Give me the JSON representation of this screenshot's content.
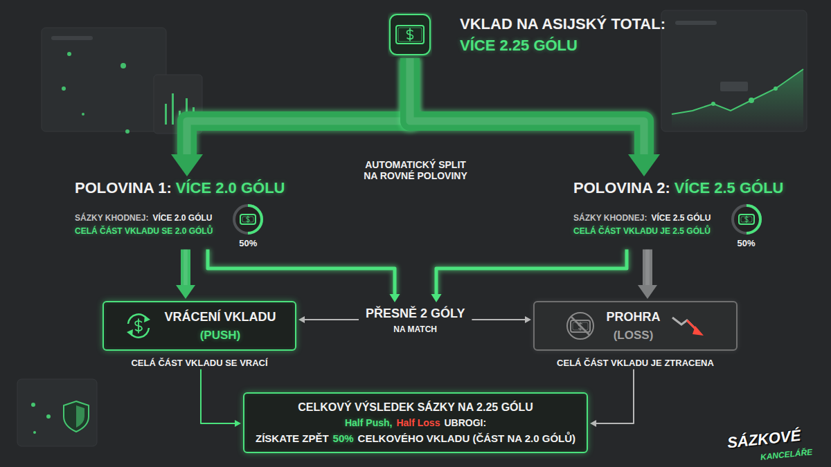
{
  "diagram": {
    "nodes": [
      {
        "text": [
          "VKLAD NA ASIJSKÝ TOTAL:",
          "VÍCE 2.25 GÓLU"
        ]
      },
      {
        "text": [
          "POLOVINA 1:",
          "VÍCE 2.0 GÓLU",
          "SÁZKY KHODNEJ:",
          "VÍCE 2.0 GÓLU",
          "CELÁ ČÁST VKLADU SE 2.0 GÓLŮ",
          "50%"
        ]
      },
      {
        "text": [
          "POLOVINA 2:",
          "VÍCE 2.5 GÓLU",
          "SÁZKY KHODNEJ:",
          "VÍCE 2.5 GÓLU",
          "CELÁ ČÁST VKLADU JE 2.5 GÓLŮ",
          "50%"
        ]
      },
      {
        "text": [
          "VRÁCENÍ VKLADU",
          "(PUSH)",
          "CELÁ ČÁST VKLADU SE VRACÍ"
        ]
      },
      {
        "text": [
          "PŘESNĚ 2 GÓLY",
          "NA MATCH"
        ]
      },
      {
        "text": [
          "PROHRA",
          "(LOSS)",
          "CELÁ ČÁST VKLADU JE ZTRACENA"
        ]
      },
      {
        "text": [
          "CELKOVÝ VÝSLEDEK SÁZKY NA 2.25 GÓLU",
          "Half Push,",
          "Half Loss",
          "UBROGI:",
          "ZÍSKATE ZPĚT",
          "50%",
          "CELKOVÉHO VKLADU (ČÁST NA 2.0 GÓLŮ)"
        ]
      }
    ],
    "edges": [
      {
        "from": 0,
        "to": 1,
        "arrow": "to"
      },
      {
        "from": 0,
        "to": 2,
        "arrow": "to"
      },
      {
        "from": 1,
        "to": 3,
        "arrow": "to"
      },
      {
        "from": 1,
        "to": 4,
        "arrow": "to"
      },
      {
        "from": 2,
        "to": 4,
        "arrow": "to"
      },
      {
        "from": 2,
        "to": 5,
        "arrow": "to"
      },
      {
        "from": 4,
        "to": 3,
        "arrow": "to"
      },
      {
        "from": 4,
        "to": 5,
        "arrow": "to"
      },
      {
        "from": 3,
        "to": 6,
        "arrow": "to"
      },
      {
        "from": 5,
        "to": 6,
        "arrow": "to"
      }
    ],
    "labels": [
      "AUTOMATICKÝ SPLIT NA ROVNÉ POLOVINY",
      "SÁZKOVÉ",
      "KANCELÁŘE"
    ]
  }
}
